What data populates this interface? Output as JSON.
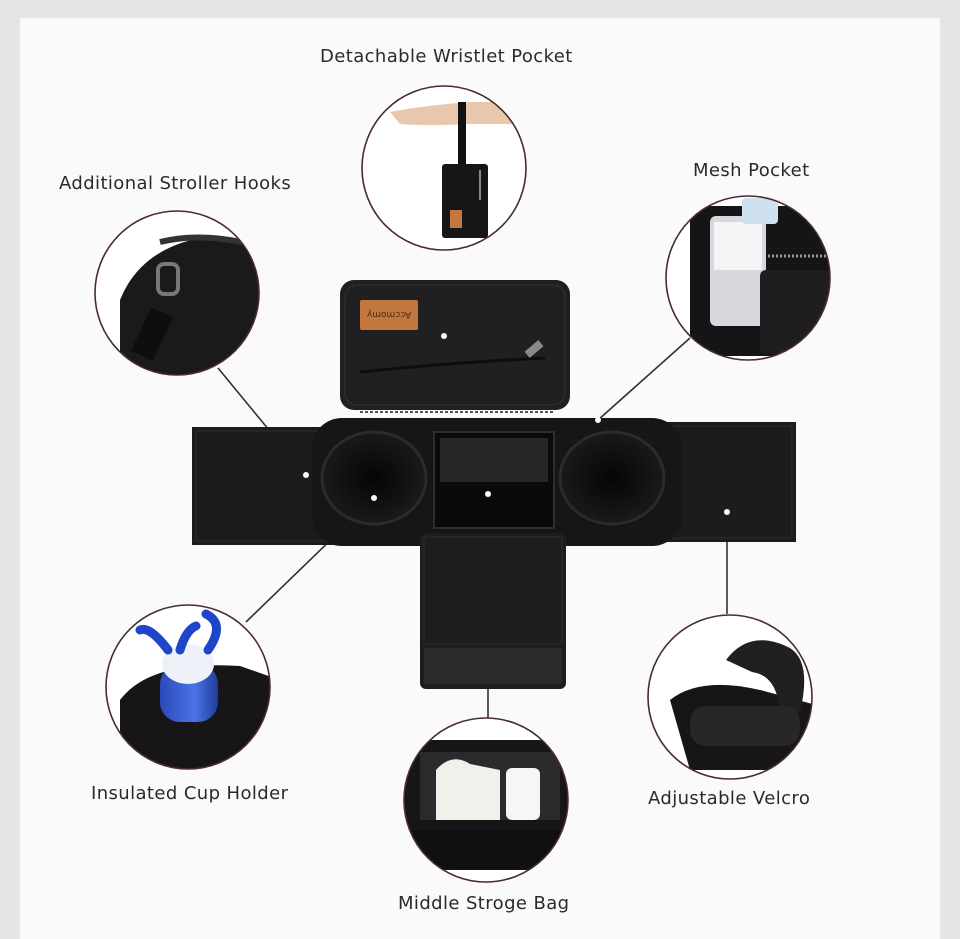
{
  "labels": {
    "wristlet_pocket": "Detachable Wristlet Pocket",
    "stroller_hooks": "Additional Stroller Hooks",
    "mesh_pocket": "Mesh Pocket",
    "cup_holder": "Insulated Cup Holder",
    "velcro": "Adjustable Velcro",
    "middle_bag": "Middle Stroge Bag"
  },
  "brand_patch": "Accmomy",
  "colors": {
    "background": "#e4e6e5",
    "panel": "#fafafa",
    "fabric": "#1c1c1e",
    "leader_line": "#3a2e33",
    "circle_border": "#4a2a33",
    "patch": "#c2773f"
  }
}
